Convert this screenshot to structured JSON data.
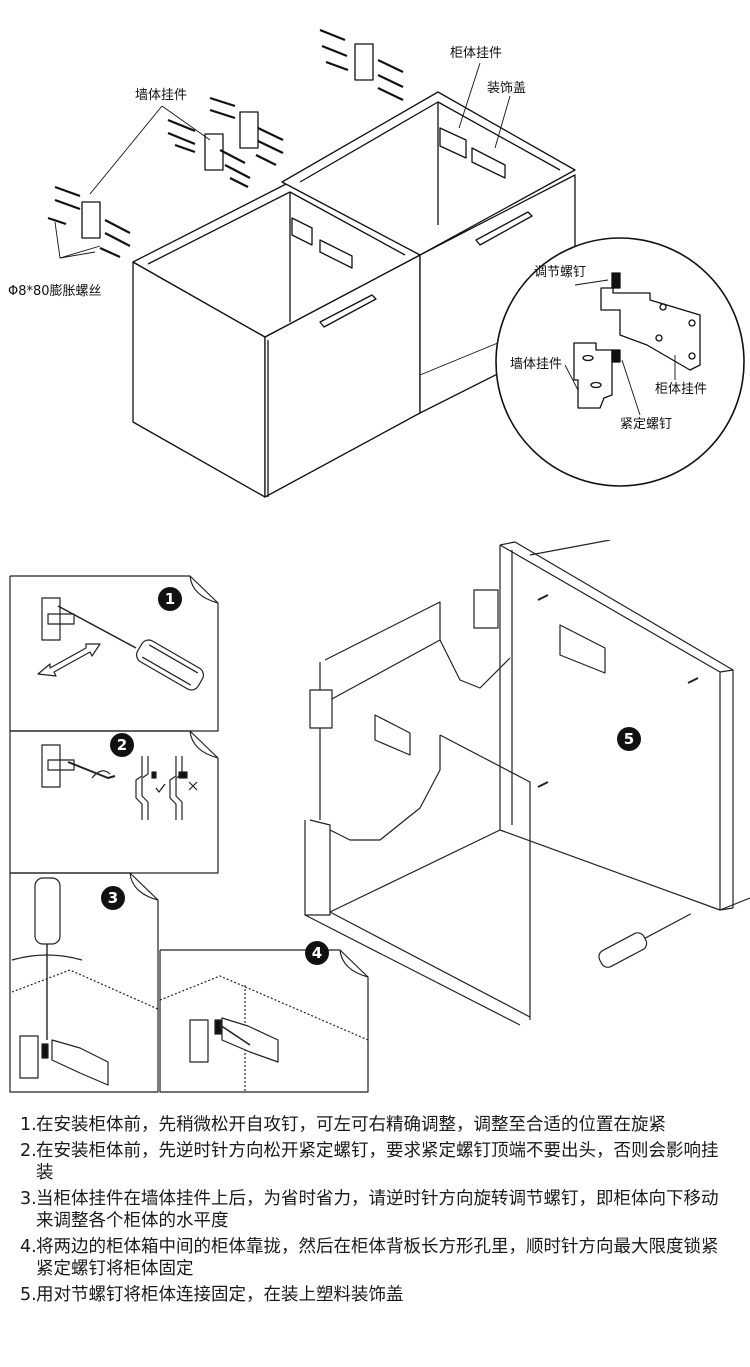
{
  "top_diagram": {
    "labels": {
      "wall_bracket": "墙体挂件",
      "cabinet_bracket": "柜体挂件",
      "decorative_cover": "装饰盖",
      "expansion_screw": "Φ8*80膨胀螺丝"
    },
    "detail_callout": {
      "adjusting_screw": "调节螺钉",
      "wall_bracket": "墙体挂件",
      "cabinet_bracket": "柜体挂件",
      "locking_screw": "紧定螺钉"
    }
  },
  "step_panels": [
    {
      "badge": "1"
    },
    {
      "badge": "2"
    },
    {
      "badge": "3"
    },
    {
      "badge": "4"
    },
    {
      "badge": "5"
    }
  ],
  "instructions": [
    {
      "num": "1.",
      "text": "在安装柜体前，先稍微松开自攻钉，可左可右精确调整，调整至合适的位置在旋紧"
    },
    {
      "num": "2.",
      "text": "在安装柜体前，先逆时针方向松开紧定螺钉，要求紧定螺钉顶端不要出头，否则会影响挂装"
    },
    {
      "num": "3.",
      "text": "当柜体挂件在墙体挂件上后，为省时省力，请逆时针方向旋转调节螺钉，即柜体向下移动来调整各个柜体的水平度"
    },
    {
      "num": "4.",
      "text": "将两边的柜体箱中间的柜体靠拢，然后在柜体背板长方形孔里，顺时针方向最大限度锁紧紧定螺钉将柜体固定"
    },
    {
      "num": "5.",
      "text": "用对节螺钉将柜体连接固定，在装上塑料装饰盖"
    }
  ]
}
